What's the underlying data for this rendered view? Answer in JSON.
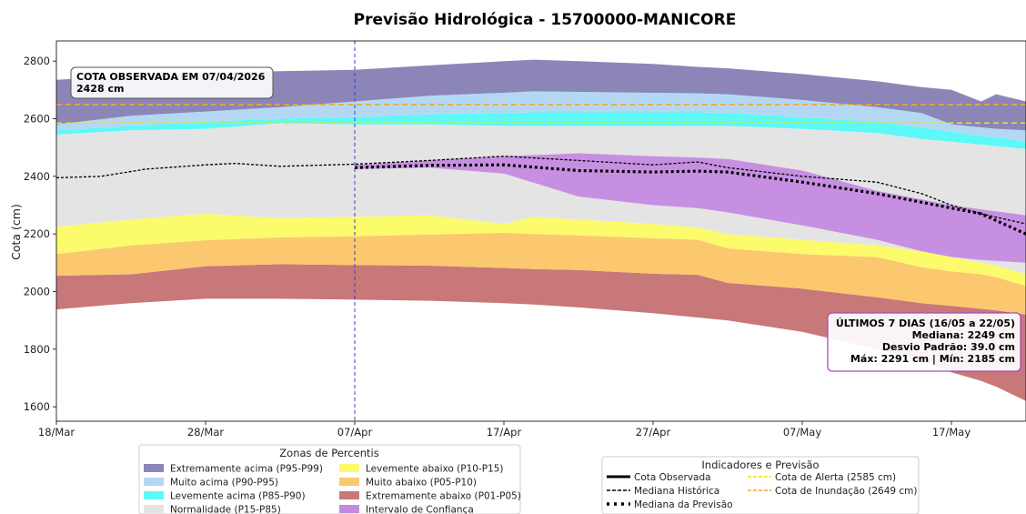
{
  "chart_data": {
    "type": "area",
    "title": "Previsão Hidrológica - 15700000-MANICORE",
    "xlabel": "",
    "ylabel": "Cota (cm)",
    "ylim": [
      1550,
      2870
    ],
    "x_start_date": "2026-03-18",
    "x_range_days": [
      0,
      65
    ],
    "xticks": [
      {
        "day": 0,
        "label": "18/Mar"
      },
      {
        "day": 10,
        "label": "28/Mar"
      },
      {
        "day": 20,
        "label": "07/Apr"
      },
      {
        "day": 30,
        "label": "17/Apr"
      },
      {
        "day": 40,
        "label": "27/Apr"
      },
      {
        "day": 50,
        "label": "07/May"
      },
      {
        "day": 60,
        "label": "17/May"
      }
    ],
    "yticks": [
      1600,
      1800,
      2000,
      2200,
      2400,
      2600,
      2800
    ],
    "x": [
      0,
      5,
      10,
      15,
      20,
      25,
      30,
      32,
      35,
      40,
      43,
      45,
      50,
      55,
      58,
      60,
      62,
      63,
      65
    ],
    "percentiles": {
      "p01": [
        1938,
        1960,
        1975,
        1975,
        1972,
        1968,
        1960,
        1955,
        1945,
        1925,
        1910,
        1900,
        1860,
        1800,
        1760,
        1720,
        1690,
        1670,
        1620
      ],
      "p05": [
        2055,
        2060,
        2088,
        2095,
        2092,
        2090,
        2082,
        2078,
        2075,
        2062,
        2058,
        2030,
        2010,
        1980,
        1960,
        1950,
        1940,
        1935,
        1920
      ],
      "p10": [
        2130,
        2160,
        2178,
        2188,
        2192,
        2198,
        2204,
        2200,
        2195,
        2185,
        2180,
        2150,
        2130,
        2120,
        2085,
        2070,
        2060,
        2050,
        2020
      ],
      "p15": [
        2225,
        2250,
        2270,
        2255,
        2260,
        2265,
        2235,
        2260,
        2250,
        2235,
        2222,
        2200,
        2180,
        2160,
        2140,
        2120,
        2100,
        2090,
        2060
      ],
      "p85": [
        2545,
        2560,
        2565,
        2585,
        2580,
        2580,
        2575,
        2575,
        2575,
        2575,
        2575,
        2575,
        2565,
        2550,
        2530,
        2520,
        2510,
        2505,
        2495
      ],
      "p90": [
        2560,
        2575,
        2590,
        2600,
        2605,
        2615,
        2620,
        2622,
        2622,
        2622,
        2622,
        2620,
        2605,
        2590,
        2570,
        2555,
        2540,
        2535,
        2520
      ],
      "p95": [
        2580,
        2610,
        2625,
        2640,
        2660,
        2680,
        2690,
        2695,
        2693,
        2690,
        2688,
        2685,
        2665,
        2640,
        2620,
        2580,
        2570,
        2565,
        2560
      ],
      "p99": [
        2735,
        2750,
        2760,
        2765,
        2770,
        2785,
        2800,
        2805,
        2800,
        2790,
        2780,
        2775,
        2755,
        2730,
        2710,
        2700,
        2660,
        2685,
        2660
      ]
    },
    "confidence_interval": {
      "x": [
        20,
        25,
        30,
        35,
        40,
        43,
        45,
        50,
        55,
        58,
        60,
        62,
        65
      ],
      "upper": [
        2440,
        2455,
        2470,
        2480,
        2470,
        2465,
        2460,
        2420,
        2350,
        2320,
        2300,
        2285,
        2265
      ],
      "lower": [
        2425,
        2430,
        2410,
        2330,
        2300,
        2290,
        2275,
        2230,
        2180,
        2140,
        2120,
        2110,
        2100
      ]
    },
    "series": [
      {
        "name": "Mediana Histórica",
        "style": "dashed",
        "color": "#000000",
        "x": [
          0,
          3,
          6,
          10,
          12,
          15,
          20,
          25,
          30,
          35,
          40,
          43,
          45,
          50,
          55,
          58,
          60,
          62,
          65
        ],
        "values": [
          2395,
          2400,
          2425,
          2440,
          2445,
          2435,
          2442,
          2455,
          2470,
          2455,
          2440,
          2450,
          2430,
          2400,
          2380,
          2340,
          2300,
          2270,
          2235
        ]
      },
      {
        "name": "Mediana da Previsão",
        "style": "dotted",
        "color": "#000000",
        "x": [
          20,
          25,
          30,
          35,
          40,
          43,
          45,
          50,
          55,
          58,
          60,
          62,
          65
        ],
        "values": [
          2430,
          2438,
          2440,
          2420,
          2415,
          2418,
          2415,
          2380,
          2340,
          2310,
          2290,
          2270,
          2200
        ]
      }
    ],
    "hlines": [
      {
        "name": "Cota de Alerta (2585 cm)",
        "y": 2585,
        "color": "#e8e800"
      },
      {
        "name": "Cota de Inundação (2649 cm)",
        "y": 2649,
        "color": "#f5a623"
      }
    ],
    "vline": {
      "day": 20,
      "color": "#3b3bd6"
    },
    "colors": {
      "p95_p99": "#8c86b8",
      "p90_p95": "#b4d8f4",
      "p85_p90": "#5df8f8",
      "p15_p85": "#e4e4e4",
      "p10_p15": "#fbfb6c",
      "p05_p10": "#fbc870",
      "p01_p05": "#c87878",
      "ci": "#c58ae0"
    },
    "legend_placement": "bottom",
    "legend_percentis": {
      "title": "Zonas de Percentis",
      "items": [
        {
          "label": "Extremamente acima (P95-P99)",
          "color": "#8c86b8"
        },
        {
          "label": "Muito acima (P90-P95)",
          "color": "#b4d8f4"
        },
        {
          "label": "Levemente acima (P85-P90)",
          "color": "#5df8f8"
        },
        {
          "label": "Normalidade (P15-P85)",
          "color": "#e4e4e4"
        },
        {
          "label": "Levemente abaixo (P10-P15)",
          "color": "#fbfb6c"
        },
        {
          "label": "Muito abaixo (P05-P10)",
          "color": "#fbc870"
        },
        {
          "label": "Extremamente abaixo (P01-P05)",
          "color": "#c87878"
        },
        {
          "label": "Intervalo de Confiança",
          "color": "#c58ae0"
        }
      ]
    },
    "legend_indicadores": {
      "title": "Indicadores e Previsão",
      "items": [
        {
          "label": "Cota Observada",
          "style": "solid",
          "color": "#000000"
        },
        {
          "label": "Mediana Histórica",
          "style": "dashed",
          "color": "#000000"
        },
        {
          "label": "Mediana da Previsão",
          "style": "dotted",
          "color": "#000000"
        },
        {
          "label": "Cota de Alerta (2585 cm)",
          "style": "dashed",
          "color": "#e8e800"
        },
        {
          "label": "Cota de Inundação (2649 cm)",
          "style": "dashed",
          "color": "#f5a623"
        }
      ]
    },
    "annotations": {
      "observed": {
        "line1": "COTA OBSERVADA EM 07/04/2026",
        "line2": "2428 cm"
      },
      "stats": {
        "line1": "ÚLTIMOS 7 DIAS (16/05 a 22/05)",
        "line2": "Mediana: 2249 cm",
        "line3": "Desvio Padrão: 39.0 cm",
        "line4": "Máx: 2291 cm | Mín: 2185 cm"
      }
    }
  }
}
